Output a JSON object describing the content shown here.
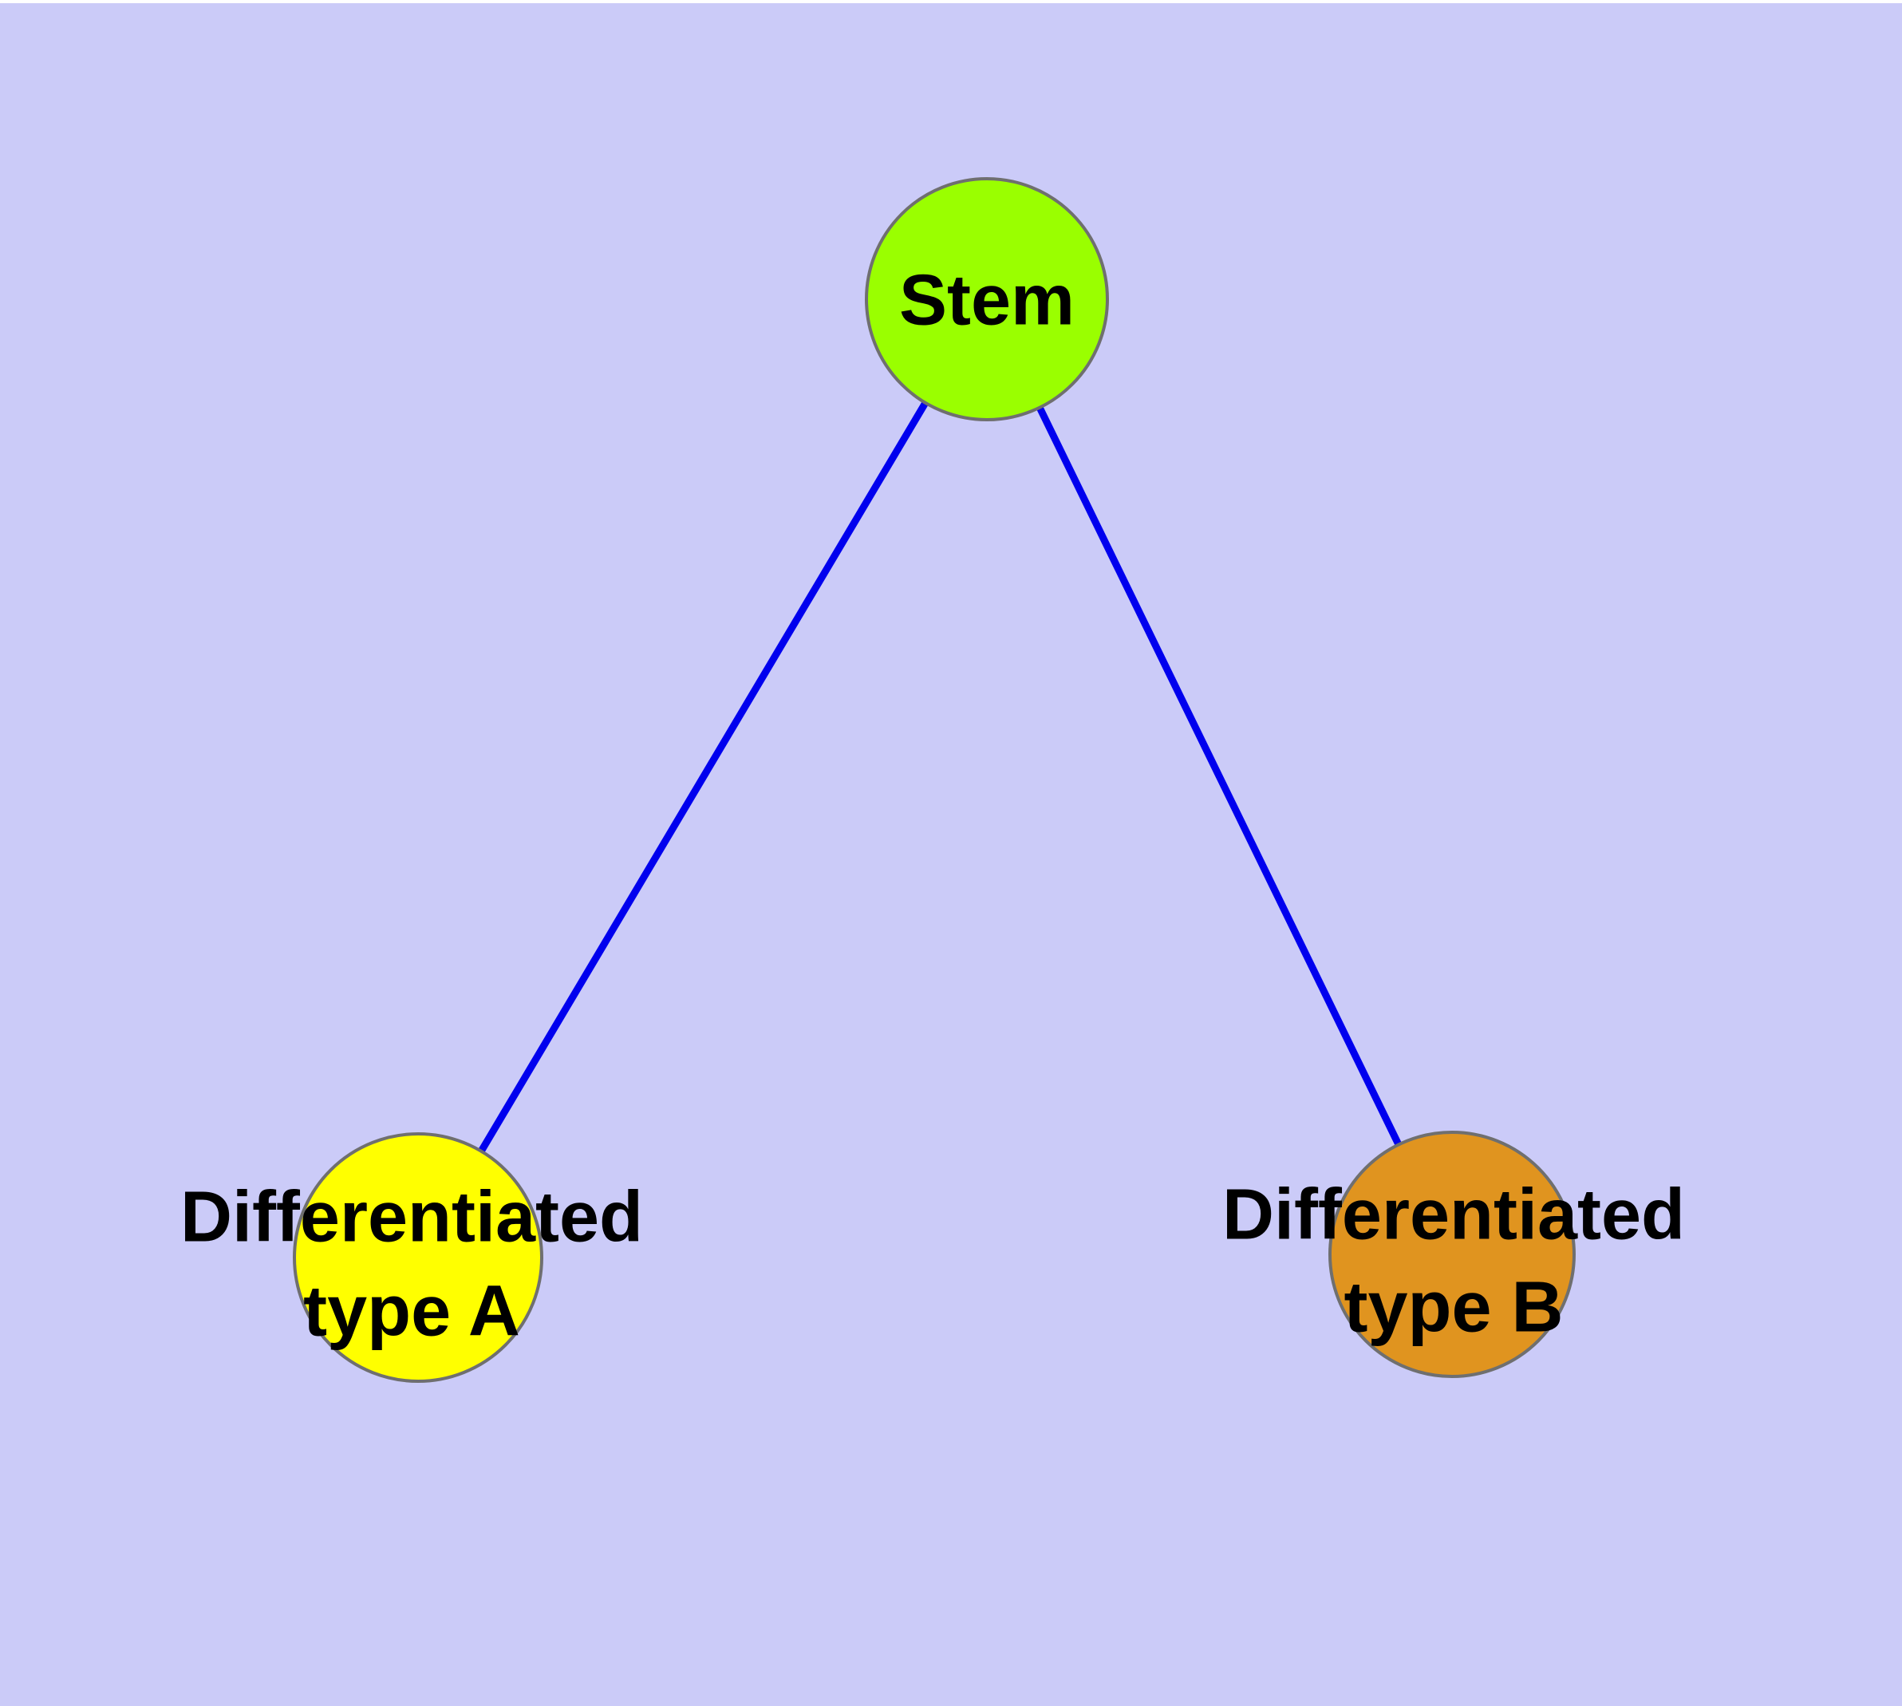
{
  "diagram": {
    "background_color": "#CBCBF8",
    "top_margin_color": "#FFFFFF",
    "edge_color": "#0000EE",
    "node_border_color": "#6F6F6F",
    "text_color": "#000000",
    "nodes": {
      "stem": {
        "label": "Stem",
        "fill_color": "#9AFF00"
      },
      "type_a": {
        "label_line1": "Differentiated",
        "label_line2": "type A",
        "fill_color": "#FFFF00"
      },
      "type_b": {
        "label_line1": "Differentiated",
        "label_line2": "type B",
        "fill_color": "#E0941F"
      }
    },
    "edges": [
      {
        "from": "Stem",
        "to": "Differentiated type A"
      },
      {
        "from": "Stem",
        "to": "Differentiated type B"
      }
    ]
  }
}
